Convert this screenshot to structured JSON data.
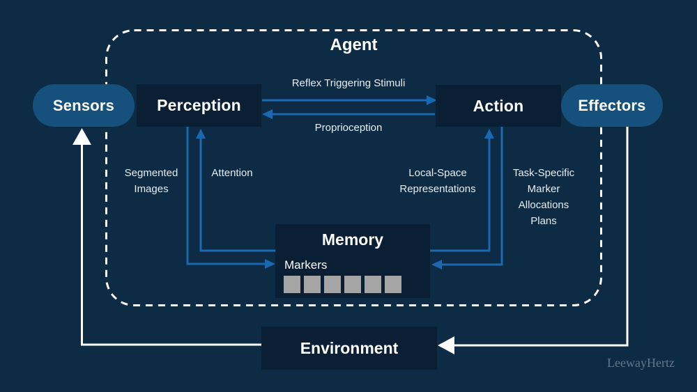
{
  "agent": {
    "label": "Agent"
  },
  "nodes": {
    "sensors": {
      "label": "Sensors"
    },
    "perception": {
      "label": "Perception"
    },
    "action": {
      "label": "Action"
    },
    "effectors": {
      "label": "Effectors"
    },
    "memory": {
      "title": "Memory",
      "markers_label": "Markers",
      "marker_count": 6
    },
    "environment": {
      "label": "Environment"
    }
  },
  "flows": {
    "reflex": "Reflex Triggering Stimuli",
    "proprioception": "Proprioception",
    "segmented_images": "Segmented\nImages",
    "attention": "Attention",
    "local_space": "Local-Space\nRepresentations",
    "task_specific": "Task-Specific\nMarker\nAllocations\nPlans"
  },
  "watermark": "LeewayHertz",
  "colors": {
    "bg": "#0E2B45",
    "box": "#0A1F33",
    "pill": "#16507C",
    "arrow_blue": "#1A68B0",
    "white_line": "#FFFFFF",
    "marker_gray": "#A5A5A5",
    "label_text": "#E8EEF4",
    "watermark": "#63778C"
  }
}
